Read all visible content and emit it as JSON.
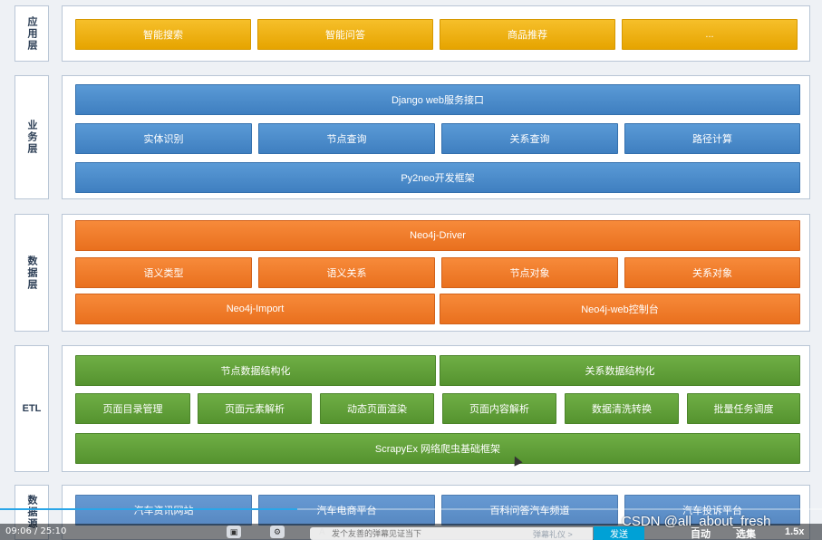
{
  "layers": {
    "app": {
      "label": "应用层",
      "blocks": [
        "智能搜索",
        "智能问答",
        "商品推荐",
        "..."
      ]
    },
    "business": {
      "label": "业务层",
      "top": "Django web服务接口",
      "mid": [
        "实体识别",
        "节点查询",
        "关系查询",
        "路径计算"
      ],
      "bottom": "Py2neo开发框架"
    },
    "data": {
      "label": "数据层",
      "top": "Neo4j-Driver",
      "mid": [
        "语义类型",
        "语义关系",
        "节点对象",
        "关系对象"
      ],
      "bottom": [
        "Neo4j-Import",
        "Neo4j-web控制台"
      ]
    },
    "etl": {
      "label": "ETL",
      "top": [
        "节点数据结构化",
        "关系数据结构化"
      ],
      "mid": [
        "页面目录管理",
        "页面元素解析",
        "动态页面渲染",
        "页面内容解析",
        "数据清洗转换",
        "批量任务调度"
      ],
      "bottom": "ScrapyEx 网络爬虫基础框架"
    },
    "source": {
      "label": "数据源",
      "blocks": [
        "汽车资讯网站",
        "汽车电商平台",
        "百科问答汽车频道",
        "汽车投诉平台"
      ]
    }
  },
  "player": {
    "time": "09:06 / 25:10",
    "input_placeholder": "发个友善的弹幕见证当下",
    "etiquette": "弹幕礼仪 >",
    "send": "发送",
    "auto": "自动",
    "select": "选集",
    "speed": "1.5x",
    "progress": 0.362,
    "colors": {
      "progress": "#2aa6e8",
      "send": "#00a1d6"
    }
  },
  "watermark": "CSDN @all_about_fresh"
}
